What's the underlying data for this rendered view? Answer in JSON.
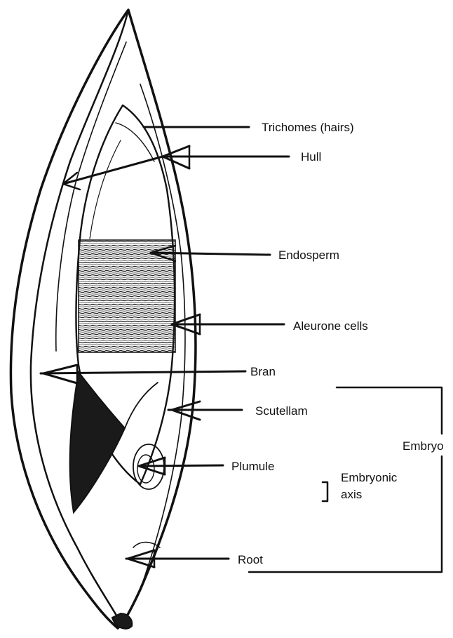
{
  "diagram": {
    "labels": {
      "trichomes": "Trichomes (hairs)",
      "hull": "Hull",
      "endosperm": "Endosperm",
      "aleurone": "Aleurone cells",
      "bran": "Bran",
      "scutellam": "Scutellam",
      "embryo": "Embryo",
      "plumule": "Plumule",
      "embryonic_axis_line1": "Embryonic",
      "embryonic_axis_line2": "axis",
      "root": "Root"
    },
    "colors": {
      "ink": "#111111",
      "background": "#ffffff"
    }
  }
}
